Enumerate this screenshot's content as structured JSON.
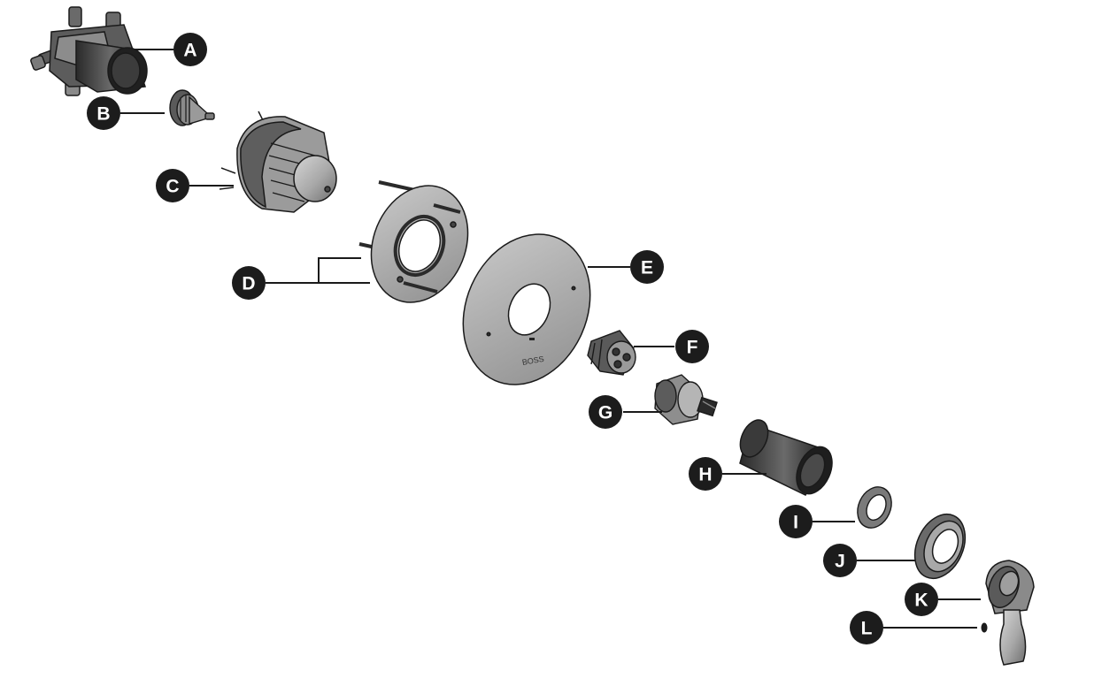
{
  "diagram": {
    "type": "exploded-parts-view",
    "palette": {
      "outline": "#1a1a1a",
      "metal_light": "#b9b9b9",
      "metal_mid": "#8e8e8e",
      "metal_dark": "#4a4a4a",
      "black": "#1c1c1c",
      "callout_fill": "#1c1c1c"
    },
    "callouts": [
      {
        "label": "A",
        "part": "valve-body"
      },
      {
        "label": "B",
        "part": "pressure-balance-spool"
      },
      {
        "label": "C",
        "part": "plaster-guard"
      },
      {
        "label": "D",
        "part": "mounting-plate-and-screws"
      },
      {
        "label": "E",
        "part": "trim-plate"
      },
      {
        "label": "F",
        "part": "cartridge-adapter"
      },
      {
        "label": "G",
        "part": "cartridge"
      },
      {
        "label": "H",
        "part": "sleeve"
      },
      {
        "label": "I",
        "part": "retaining-ring"
      },
      {
        "label": "J",
        "part": "escutcheon-cap"
      },
      {
        "label": "K",
        "part": "handle-hub"
      },
      {
        "label": "L",
        "part": "set-screw"
      }
    ],
    "plate_engraving": "BOSS"
  }
}
